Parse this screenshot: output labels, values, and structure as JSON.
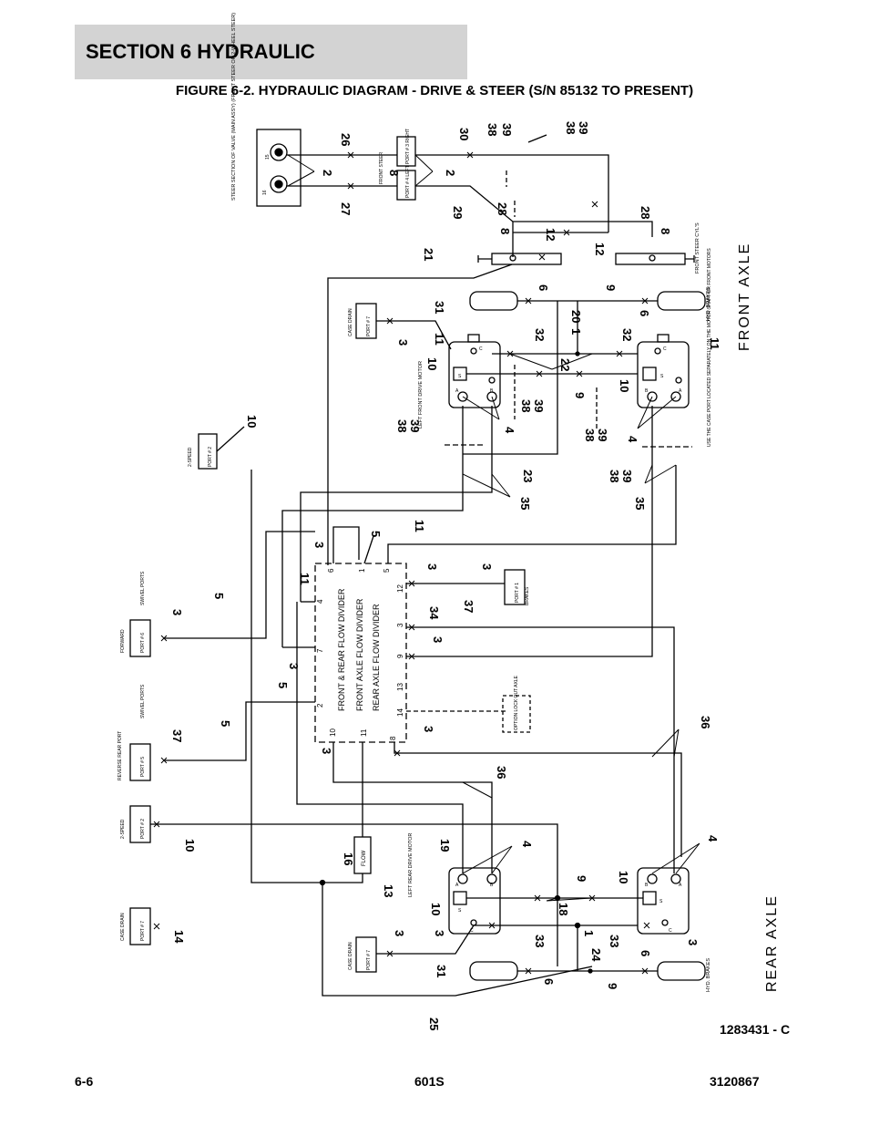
{
  "header": {
    "section": "SECTION 6   HYDRAULIC"
  },
  "figure": {
    "title": "FIGURE 6-2. HYDRAULIC DIAGRAM - DRIVE & STEER (S/N 85132 TO PRESENT)"
  },
  "diagram": {
    "axle_labels": {
      "front": "FRONT AXLE",
      "rear": "REAR AXLE"
    },
    "valve_section": "STEER SECTION OF VALVE (MAIN ASSY) (FRONT STEER OR 2-WHEEL STEER)",
    "port_front_steer": "FRONT STEER",
    "port3_right": "PORT # 3 RIGHT",
    "port4_left": "PORT # 4 LEFT",
    "front_steer_cyls": "FRONT STEER CYL'S",
    "case_drain": "CASE DRAIN",
    "port7": "PORT # 7",
    "two_speed": "2-SPEED",
    "port2": "PORT # 2",
    "forward": "FORWARD",
    "port6": "PORT # 6",
    "swivel_ports": "SWIVEL PORTS",
    "reverse_rear_port": "REVERSE REAR PORT",
    "port5": "PORT # 5",
    "port1": "PORT # 1",
    "brakes": "BRAKES",
    "hyd_brakes": "HYD. BRAKES",
    "left_front_drive_motor": "LEFT FRONT DRIVE MOTOR",
    "left_rear_drive_motor": "LEFT REAR DRIVE MOTOR",
    "case_port_note": "USE THE CASE PORT LOCATED SEPARATELY ON THE MOTOR SHAFT OR FRONT MOTORS",
    "flow_divider_1": "FRONT & REAR FLOW DIVIDER",
    "flow_divider_2": "FRONT AXLE FLOW DIVIDER",
    "flow_divider_3": "REAR AXLE FLOW DIVIDER",
    "flow_block": "FLOW",
    "option_lockout": "OPTION LOCK OUT AXLE",
    "motor_letters": {
      "a": "A",
      "b": "B",
      "s": "S",
      "c": "C"
    },
    "valve_ports": {
      "p15": "15",
      "p16": "16"
    },
    "divider_ports": [
      "6",
      "1",
      "5",
      "4",
      "7",
      "2",
      "12",
      "3",
      "9",
      "13",
      "14",
      "10",
      "11",
      "8"
    ],
    "callouts": [
      "26",
      "2",
      "8",
      "2",
      "30",
      "38",
      "39",
      "38",
      "39",
      "27",
      "29",
      "28",
      "28",
      "8",
      "12",
      "12",
      "8",
      "21",
      "6",
      "9",
      "31",
      "20",
      "6",
      "3",
      "11",
      "32",
      "1",
      "32",
      "11",
      "10",
      "22",
      "10",
      "9",
      "38",
      "39",
      "38",
      "39",
      "4",
      "38",
      "39",
      "4",
      "10",
      "23",
      "38",
      "39",
      "35",
      "35",
      "5",
      "11",
      "3",
      "3",
      "3",
      "11",
      "5",
      "37",
      "34",
      "3",
      "3",
      "3",
      "5",
      "37",
      "5",
      "3",
      "3",
      "36",
      "36",
      "10",
      "19",
      "4",
      "4",
      "16",
      "13",
      "9",
      "10",
      "10",
      "18",
      "3",
      "3",
      "1",
      "33",
      "33",
      "3",
      "14",
      "6",
      "24",
      "6",
      "31",
      "9",
      "25"
    ]
  },
  "drawing_number": "1283431 - C",
  "footer": {
    "page": "6-6",
    "model": "601S",
    "doc": "3120867"
  }
}
